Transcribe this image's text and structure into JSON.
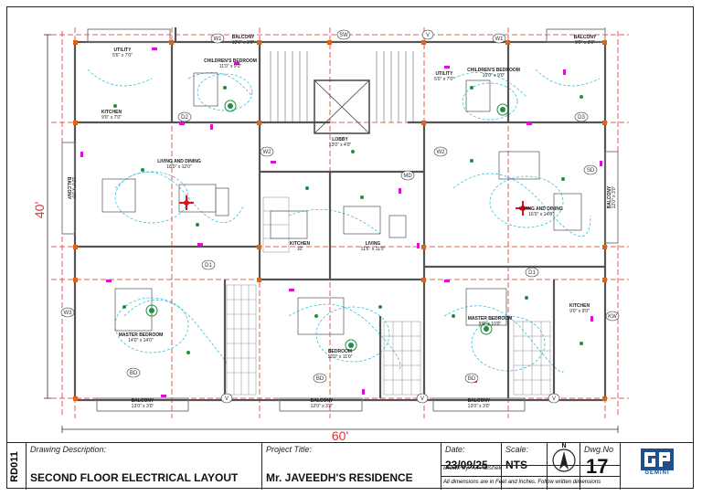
{
  "title_block": {
    "sheet_code": "RD011",
    "drawing_description_label": "Drawing Description:",
    "drawing_description": "SECOND FLOOR ELECTRICAL LAYOUT",
    "project_title_label": "Project Title:",
    "project_title": "Mr. JAVEEDH'S RESIDENCE",
    "date_label": "Date:",
    "date": "23/09/25",
    "scale_label": "Scale:",
    "scale": "NTS",
    "drawn_by": "Drawn by: Ar. Abishek",
    "dwg_no_label": "Dwg.No",
    "dwg_no": "17",
    "dimension_note": "All dimensions are in Feet and Inches. Follow written dimensions",
    "north_label": "N",
    "logo_text": "GEMINI"
  },
  "dimensions": {
    "width": "60'",
    "depth": "40'"
  },
  "rooms": {
    "utility": {
      "name": "UTILITY",
      "size": "5'6\" x 7'0\""
    },
    "balcony_top_left": {
      "name": "BALCONY",
      "size": "12'0\" x 3'0\""
    },
    "childrens_bedroom_left": {
      "name": "CHILDREN'S BEDROOM",
      "size": "11'0\" x 9'0\""
    },
    "kitchen_left": {
      "name": "KITCHEN",
      "size": "9'0\" x 7'0\""
    },
    "lobby": {
      "name": "LOBBY",
      "size": "13'0\" x 4'0\""
    },
    "utility_right": {
      "name": "UTILITY",
      "size": "5'0\" x 7'0\""
    },
    "childrens_bedroom_right": {
      "name": "CHILDREN'S BEDROOM",
      "size": "10'0\" x 9'0\""
    },
    "balcony_top_right": {
      "name": "BALCONY",
      "size": "9'0\" x 3'0\""
    },
    "living_dining_left": {
      "name": "LIVING AND DINING",
      "size": "18'0\" x 12'0\""
    },
    "balcony_left": {
      "name": "BALCONY",
      "size": "12'0\" x 3'0\""
    },
    "kitchen_center": {
      "name": "KITCHEN",
      "size": "10'"
    },
    "living_center": {
      "name": "LIVING",
      "size": "11'6\" x 11'0\""
    },
    "living_dining_right": {
      "name": "LIVING AND DINING",
      "size": "16'0\" x 14'0\""
    },
    "balcony_right": {
      "name": "BALCONY",
      "size": "12'0\" x 3'0\""
    },
    "master_bedroom_left": {
      "name": "MASTER BEDROOM",
      "size": "14'0\" x 14'0\""
    },
    "bedroom_center": {
      "name": "BEDROOM",
      "size": "12'0\" x 11'0\""
    },
    "master_bedroom_right": {
      "name": "MASTER BEDROOM",
      "size": "9'0\" x 10'0\""
    },
    "kitchen_right": {
      "name": "KITCHEN",
      "size": "9'0\" x 9'0\""
    },
    "balcony_bottom_left": {
      "name": "BALCONY",
      "size": "13'0\" x 3'0\""
    },
    "balcony_bottom_center": {
      "name": "BALCONY",
      "size": "12'0\" x 3'0\""
    },
    "balcony_bottom_right": {
      "name": "BALCONY",
      "size": "13'0\" x 3'0\""
    }
  },
  "tags": {
    "w1": "W1",
    "w2": "W2",
    "w3": "W3",
    "v": "V",
    "d1": "D1",
    "d2": "D2",
    "d3": "D3",
    "md": "MD",
    "kw": "KW",
    "sw": "SW",
    "bd": "BD",
    "sd": "SD"
  },
  "colors": {
    "wall": "#555555",
    "column": "#d9661f",
    "grid": "#e0302a",
    "circuit": "#22b8d8",
    "switch": "#e010d0",
    "device": "#1e8f3a",
    "fan": "#e2101a",
    "text": "#1a1a1a"
  }
}
